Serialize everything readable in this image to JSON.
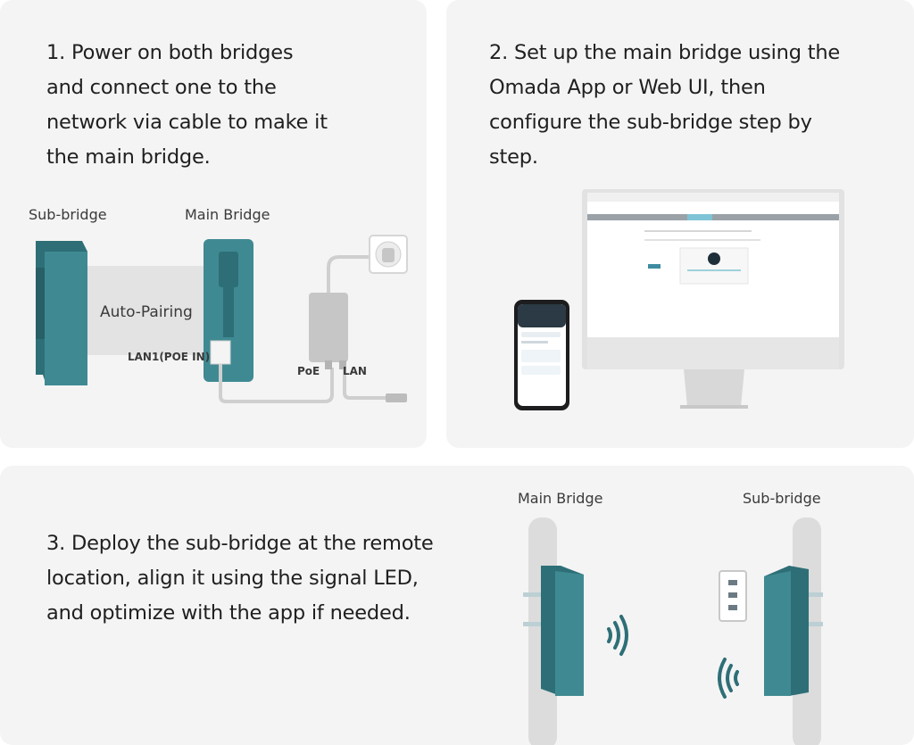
{
  "step1": {
    "lines": [
      "1. Power on both bridges",
      "and connect one to the",
      "network via cable to make it",
      "the main bridge."
    ],
    "sub_bridge_label": "Sub-bridge",
    "main_bridge_label": "Main Bridge",
    "auto_pairing_label": "Auto-Pairing",
    "lan1_label": "LAN1(POE IN)",
    "poe_label": "PoE",
    "lan_label": "LAN"
  },
  "step2": {
    "lines": [
      "2. Set up the main bridge using the",
      "Omada App or Web UI, then",
      "configure the sub-bridge step by",
      "step."
    ]
  },
  "step3": {
    "lines": [
      "3. Deploy the sub-bridge at the remote",
      "location, align it using the signal LED,",
      "and optimize with the app if needed."
    ],
    "main_bridge_label": "Main Bridge",
    "sub_bridge_label": "Sub-bridge"
  },
  "colors": {
    "card_bg": "#f4f4f4",
    "bridge_teal": "#3f8a92",
    "bridge_dark": "#2e6f77",
    "pole_gray": "#dcdcdc",
    "cable_gray": "#c9c9c9",
    "signal_teal": "#2e6f77"
  },
  "icons": [
    "power-outlet-icon",
    "poe-adapter-icon",
    "signal-waves-icon",
    "signal-led-icon",
    "monitor-icon",
    "smartphone-icon"
  ]
}
